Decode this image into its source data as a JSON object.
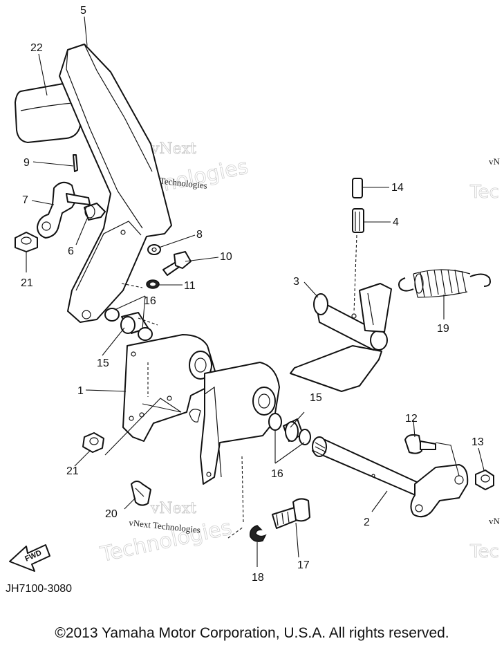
{
  "diagram": {
    "callouts": [
      "1",
      "2",
      "3",
      "4",
      "5",
      "6",
      "7",
      "8",
      "9",
      "10",
      "11",
      "12",
      "13",
      "14",
      "15",
      "15",
      "16",
      "16",
      "17",
      "18",
      "19",
      "20",
      "21",
      "21",
      "22"
    ],
    "drawing_number": "JH7100-3080",
    "fwd_label": "FWD",
    "watermark_brand": "vNext",
    "watermark_word": "Technologies",
    "watermark_caption": "vNext Technologies",
    "watermark_edge_top": "vN",
    "watermark_edge_top2": "Tec",
    "watermark_edge_bottom": "vN",
    "watermark_edge_bottom2": "Tec"
  },
  "footer": {
    "copyright": "©2013 Yamaha Motor Corporation, U.S.A. All rights reserved."
  }
}
